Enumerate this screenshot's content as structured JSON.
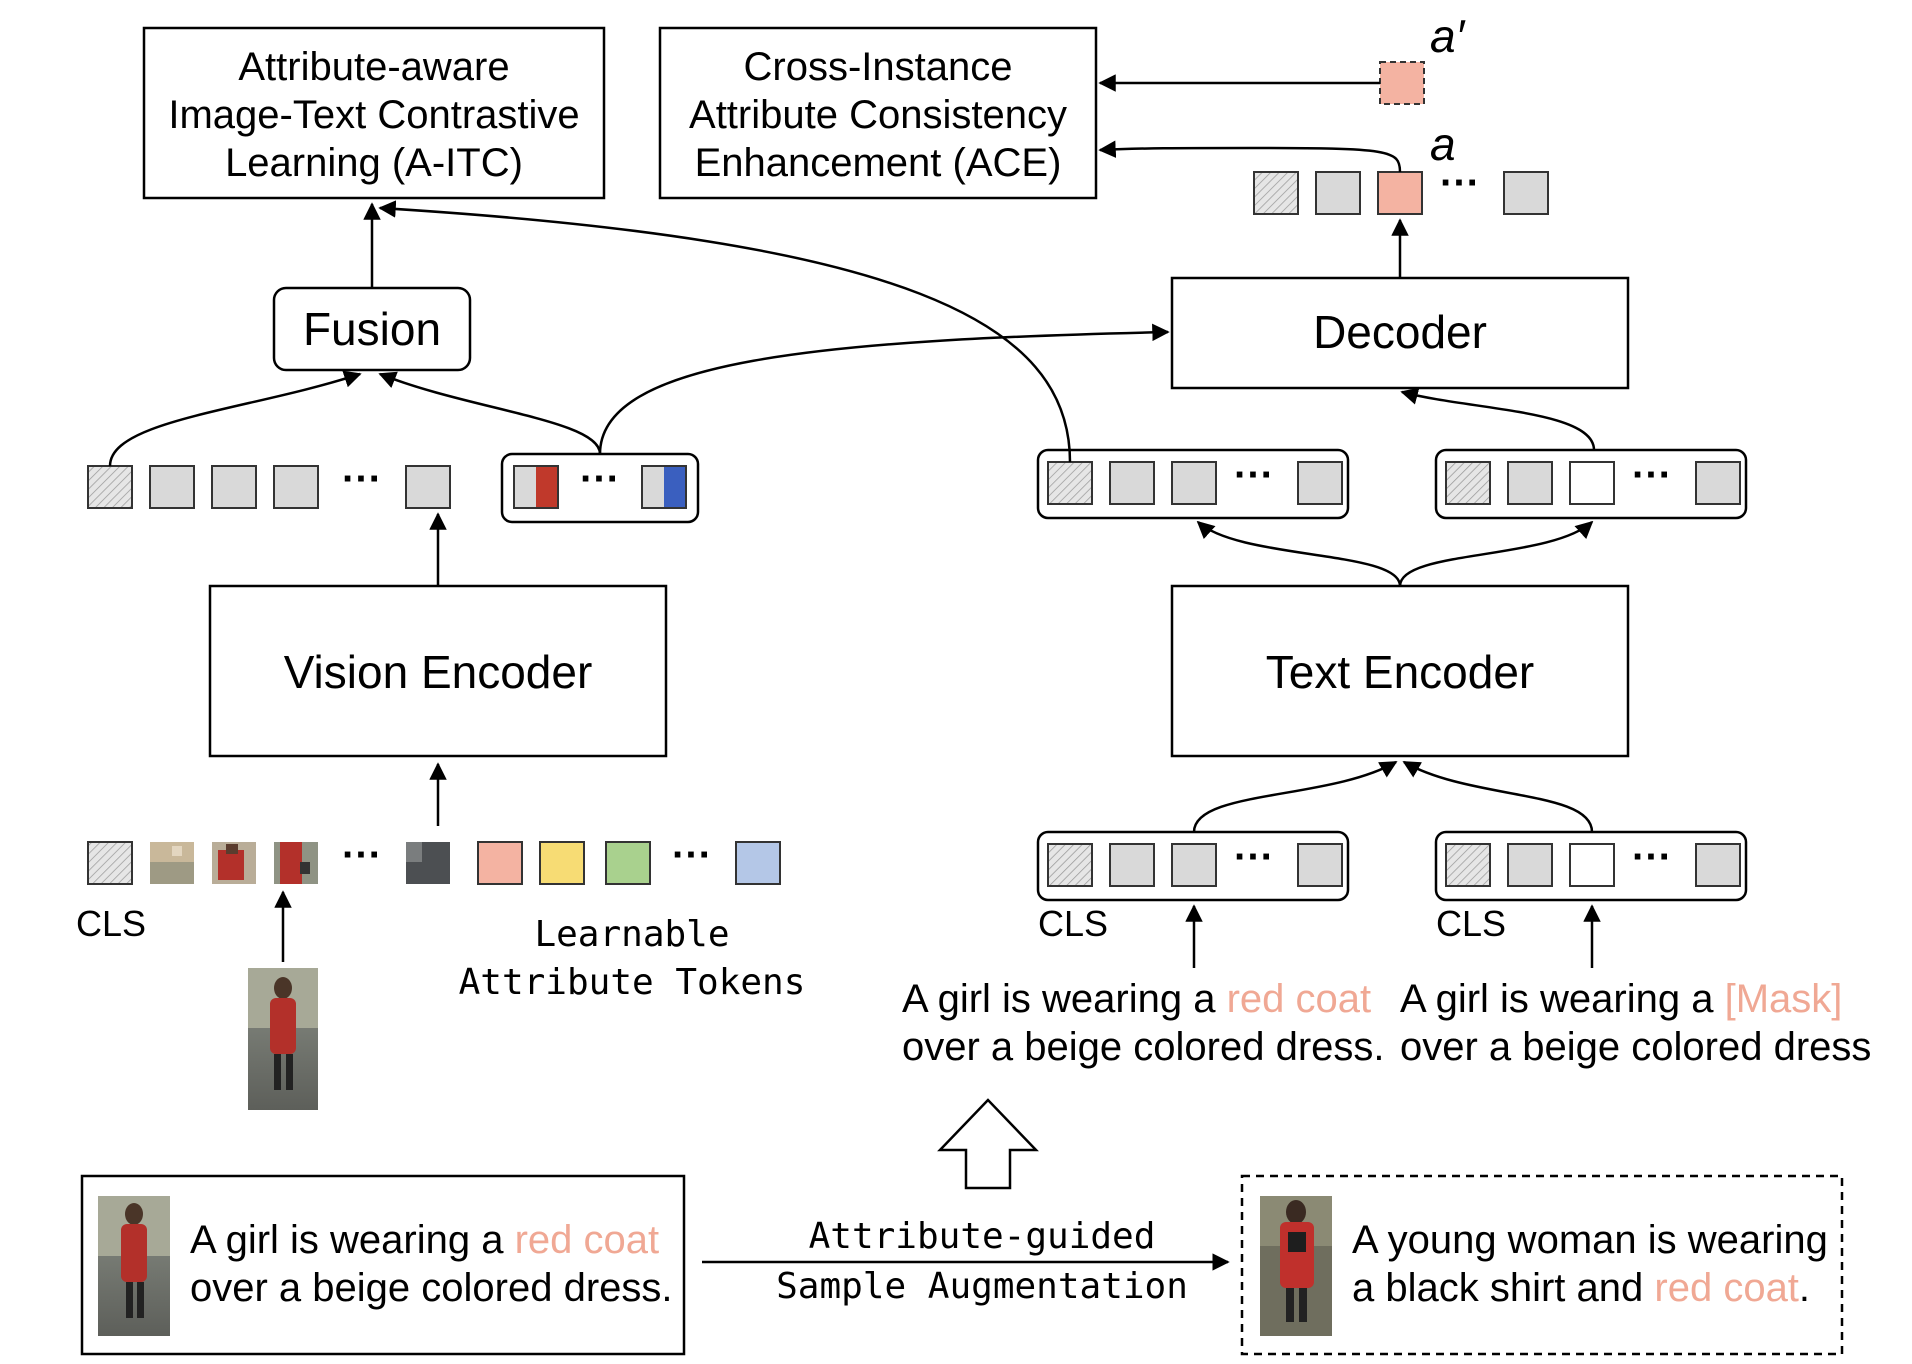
{
  "boxes": {
    "aitc": [
      "Attribute-aware",
      "Image-Text Contrastive",
      "Learning (A-ITC)"
    ],
    "ace": [
      "Cross-Instance",
      "Attribute Consistency",
      "Enhancement (ACE)"
    ],
    "fusion": "Fusion",
    "decoder": "Decoder",
    "vision_encoder": "Vision Encoder",
    "text_encoder": "Text Encoder"
  },
  "symbols": {
    "a_prime": "a′",
    "a": "a",
    "ellipsis": "···"
  },
  "labels": {
    "cls_vision": "CLS",
    "cls_text1": "CLS",
    "cls_text2": "CLS",
    "learnable": [
      "Learnable",
      "Attribute Tokens"
    ]
  },
  "captions": {
    "text1": {
      "prefix": "A girl is wearing a ",
      "highlight": "red coat",
      "line2": "over a beige colored dress."
    },
    "text2": {
      "prefix": "A girl is wearing a ",
      "highlight": "[Mask]",
      "line2": "over a beige colored dress"
    }
  },
  "bottom": {
    "left": {
      "prefix": "A girl is wearing a ",
      "highlight": "red coat",
      "line2": "over a beige colored dress."
    },
    "arrow_label": [
      "Attribute-guided",
      "Sample Augmentation"
    ],
    "right": {
      "line1": "A young woman is wearing",
      "prefix": "a black shirt and ",
      "highlight": "red coat",
      "suffix": "."
    }
  },
  "colors": {
    "highlight": "#f0a894",
    "token_gray": "#d9d9d9",
    "attr_pink": "#f4b3a2",
    "attr_yellow": "#f7dc74",
    "attr_green": "#a9d18e",
    "attr_blue": "#b4c7e7",
    "red_bar": "#c0392b",
    "blue_bar": "#3a5fbf"
  }
}
